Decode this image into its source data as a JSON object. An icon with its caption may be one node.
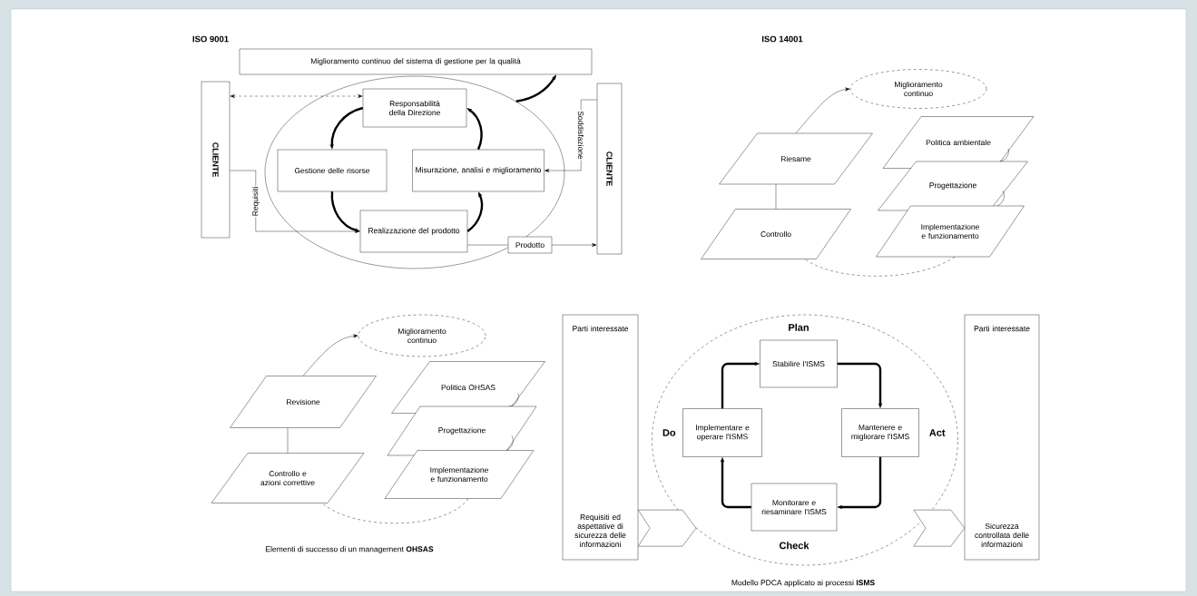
{
  "diagram": {
    "nodes": [
      {
        "text": [
          "Miglioramento continuo del sistema di gestione per la qualità"
        ]
      },
      {
        "text": [
          "CLIENTE"
        ]
      },
      {
        "text": [],
        "shape": "ellipse"
      },
      {
        "text": [
          "Responsabilità della Direzione"
        ],
        "in": 2
      },
      {
        "text": [
          "Gestione delle risorse"
        ],
        "in": 2
      },
      {
        "text": [
          "Misurazione, analisi e miglioramento"
        ],
        "in": 2
      },
      {
        "text": [
          "Realizzazione del prodotto"
        ],
        "in": 2
      },
      {
        "text": [
          "Prodotto"
        ]
      },
      {
        "text": [
          "CLIENTE"
        ]
      },
      {
        "text": [
          "Miglioramento continuo"
        ]
      },
      {
        "text": [
          "Riesame"
        ]
      },
      {
        "text": [
          "Controllo"
        ]
      },
      {
        "text": [
          "Politica ambientale"
        ]
      },
      {
        "text": [
          "Progettazione"
        ]
      },
      {
        "text": [
          "Implementazione e funzionamento"
        ]
      },
      {
        "text": [
          "Miglioramento continuo"
        ]
      },
      {
        "text": [
          "Revisione"
        ]
      },
      {
        "text": [
          "Controllo e azioni correttive"
        ]
      },
      {
        "text": [
          "Politica OHSAS"
        ]
      },
      {
        "text": [
          "Progettazione"
        ]
      },
      {
        "text": [
          "Implementazione e funzionamento"
        ]
      },
      {
        "text": [
          "Parti interessate",
          "Requisiti ed aspettative di sicurezza delle informazioni"
        ]
      },
      {
        "text": [],
        "shape": "ellipse"
      },
      {
        "text": [
          "Stabilire l'ISMS"
        ],
        "in": 22,
        "beside": [
          "Plan"
        ]
      },
      {
        "text": [
          "Implementare e operare l'ISMS"
        ],
        "in": 22,
        "beside": [
          "Do"
        ]
      },
      {
        "text": [
          "Mantenere e migliorare l'ISMS"
        ],
        "in": 22,
        "beside": [
          "Act"
        ]
      },
      {
        "text": [
          "Monitorare e riesaminare l'ISMS"
        ],
        "in": 22,
        "beside": [
          "Check"
        ]
      },
      {
        "text": [
          "Parti interessate",
          "Sicurezza controllata delle informazioni"
        ]
      }
    ],
    "edges": [
      {
        "from": 1,
        "to": 3,
        "arrow": "both",
        "style": "dashed"
      },
      {
        "from": 1,
        "to": 6,
        "arrow": "to",
        "label": "Requisiti"
      },
      {
        "from": 8,
        "to": 5,
        "arrow": "to",
        "label": "Soddisfazione"
      },
      {
        "from": 6,
        "to": 7,
        "arrow": "none"
      },
      {
        "from": 7,
        "to": 8,
        "arrow": "to"
      },
      {
        "from": 3,
        "to": 4,
        "arrow": "to",
        "style": "thick"
      },
      {
        "from": 4,
        "to": 6,
        "arrow": "to",
        "style": "thick"
      },
      {
        "from": 6,
        "to": 5,
        "arrow": "to",
        "style": "thick"
      },
      {
        "from": 5,
        "to": 3,
        "arrow": "to",
        "style": "thick"
      },
      {
        "from": 2,
        "to": 0,
        "arrow": "to",
        "style": "thick"
      },
      {
        "from": 10,
        "to": 11,
        "arrow": "none"
      },
      {
        "from": 10,
        "to": 9,
        "arrow": "to"
      },
      {
        "from": 14,
        "to": 11,
        "arrow": "none",
        "style": "dashed"
      },
      {
        "from": 12,
        "to": 13,
        "arrow": "none"
      },
      {
        "from": 13,
        "to": 14,
        "arrow": "none"
      },
      {
        "from": 16,
        "to": 17,
        "arrow": "none"
      },
      {
        "from": 16,
        "to": 15,
        "arrow": "to"
      },
      {
        "from": 20,
        "to": 17,
        "arrow": "none",
        "style": "dashed"
      },
      {
        "from": 18,
        "to": 19,
        "arrow": "none"
      },
      {
        "from": 19,
        "to": 20,
        "arrow": "none"
      },
      {
        "from": 21,
        "to": 22,
        "arrow": "to"
      },
      {
        "from": 22,
        "to": 27,
        "arrow": "to"
      },
      {
        "from": 24,
        "to": 23,
        "arrow": "to",
        "style": "thick"
      },
      {
        "from": 23,
        "to": 25,
        "arrow": "to",
        "style": "thick"
      },
      {
        "from": 25,
        "to": 26,
        "arrow": "to",
        "style": "thick"
      },
      {
        "from": 26,
        "to": 24,
        "arrow": "to",
        "style": "thick"
      }
    ],
    "labels": [
      "ISO 9001",
      "ISO 14001",
      "Elementi di successo di un management **OHSAS**",
      "Modello PDCA applicato ai processi **ISMS**"
    ]
  }
}
